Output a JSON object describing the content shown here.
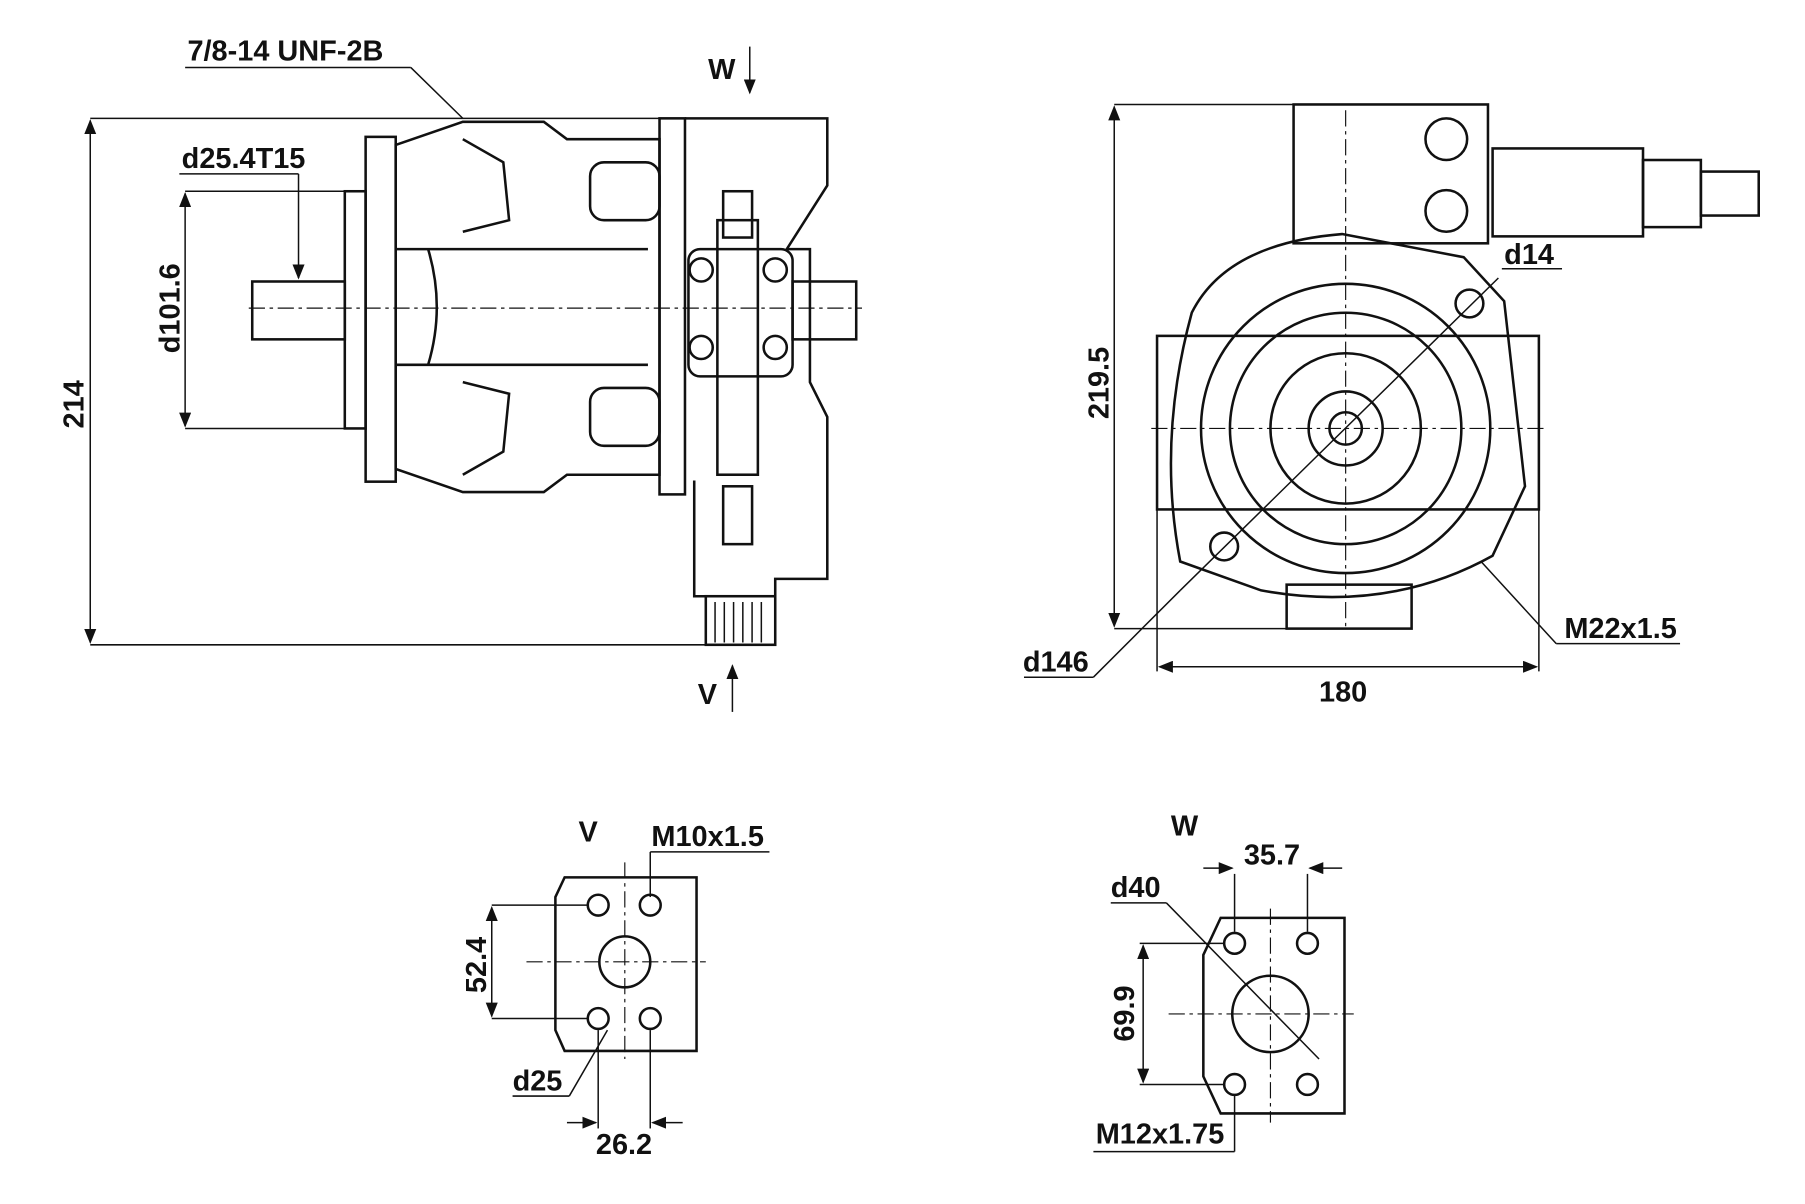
{
  "side_view": {
    "port_thread": "7/8-14 UNF-2B",
    "view_w": "W",
    "shaft_spline": "d25.4T15",
    "pilot_diameter": "d101.6",
    "overall_height": "214",
    "view_v": "V"
  },
  "front_view": {
    "height": "219.5",
    "hole_diameter": "d14",
    "bolt_circle": "d146",
    "port_thread": "M22x1.5",
    "width": "180"
  },
  "view_v_detail": {
    "title": "V",
    "thread": "M10x1.5",
    "bolt_spacing_vertical": "52.4",
    "port_diameter": "d25",
    "bolt_spacing_horizontal": "26.2"
  },
  "view_w_detail": {
    "title": "W",
    "bolt_spacing_horizontal": "35.7",
    "port_diameter": "d40",
    "bolt_spacing_vertical": "69.9",
    "thread": "M12x1.75"
  }
}
